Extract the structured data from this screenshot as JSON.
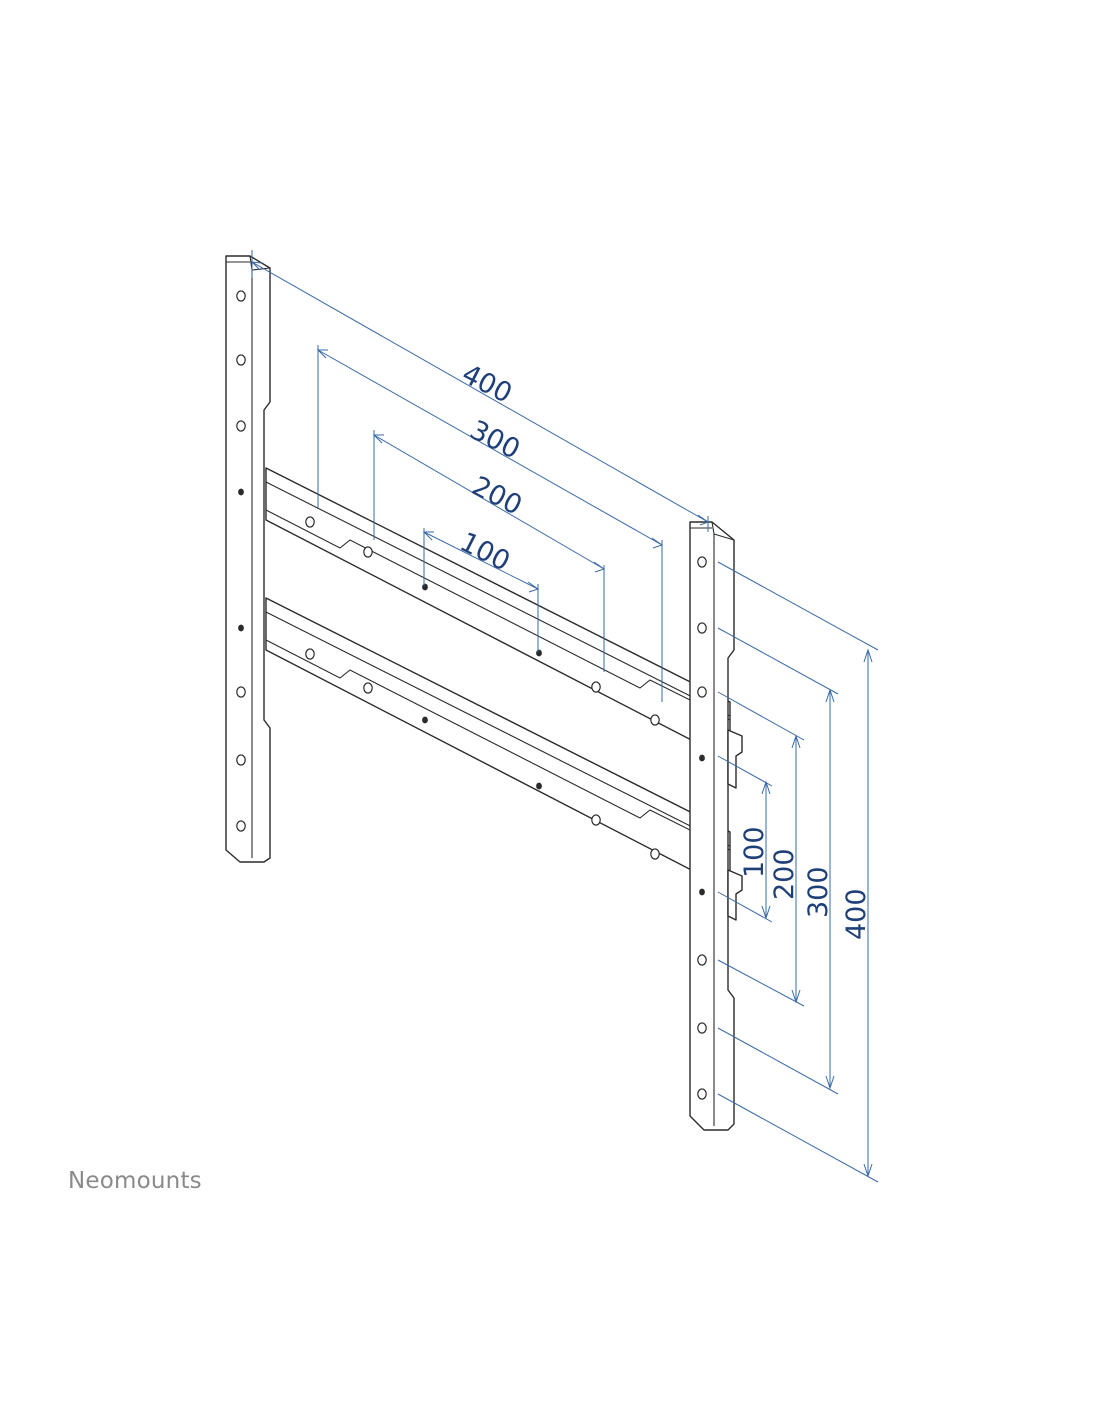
{
  "brand": {
    "name": "Neomounts"
  },
  "dimensions": {
    "horizontal": [
      "100",
      "200",
      "300",
      "400"
    ],
    "vertical": [
      "100",
      "200",
      "300",
      "400"
    ]
  },
  "colors": {
    "dimension": "#3a6aa8",
    "dimension_text": "#1f3f79",
    "lines": "#2b2b2b",
    "brand": "#8a8a8a"
  }
}
